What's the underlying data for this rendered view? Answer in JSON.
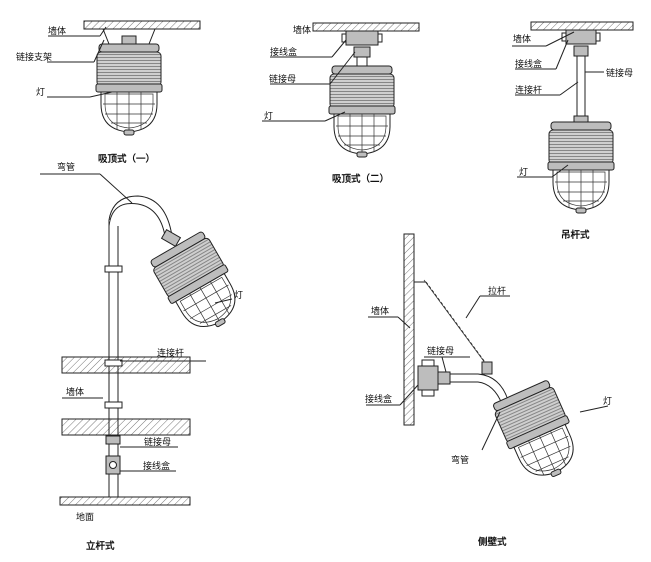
{
  "labels": {
    "d1_wall": "墙体",
    "d1_bracket": "链接支架",
    "d1_lamp": "灯",
    "d2_wall": "墙体",
    "d2_box": "接线盒",
    "d2_nut": "链接母",
    "d2_lamp": "灯",
    "d3_wall": "墙体",
    "d3_box": "接线盒",
    "d3_nut": "链接母",
    "d3_rod": "连接杆",
    "d3_lamp": "灯",
    "d4_bend": "弯管",
    "d4_lamp": "灯",
    "d4_rod": "连接杆",
    "d4_wall": "墙体",
    "d4_nut": "链接母",
    "d4_box": "接线盒",
    "d4_ground": "地面",
    "d5_wall": "墙体",
    "d5_pull": "拉杆",
    "d5_nut": "链接母",
    "d5_box": "接线盒",
    "d5_lamp": "灯",
    "d5_bend": "弯管"
  },
  "captions": {
    "ceiling_1": "吸顶式（一）",
    "ceiling_2": "吸顶式（二）",
    "pendant": "吊杆式",
    "pole": "立杆式",
    "side_wall": "侧壁式"
  }
}
